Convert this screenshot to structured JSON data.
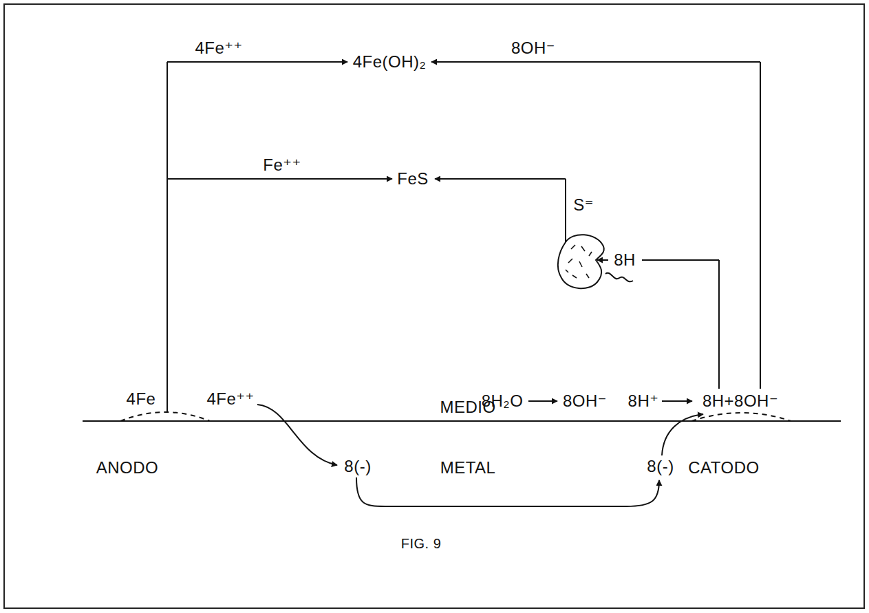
{
  "diagram": {
    "caption": "FIG. 9",
    "labels": [
      "4Fe⁺⁺",
      "4Fe(OH)₂",
      "8OH⁻",
      "Fe⁺⁺",
      "FeS",
      "S⁼",
      "8H",
      "8H₂O",
      "8OH⁻",
      "8H⁺",
      "8H+8OH⁻",
      "4Fe",
      "4Fe⁺⁺",
      "MEDIO",
      "ANODO",
      "8(-)",
      "METAL",
      "8(-)",
      "CATODO"
    ]
  }
}
